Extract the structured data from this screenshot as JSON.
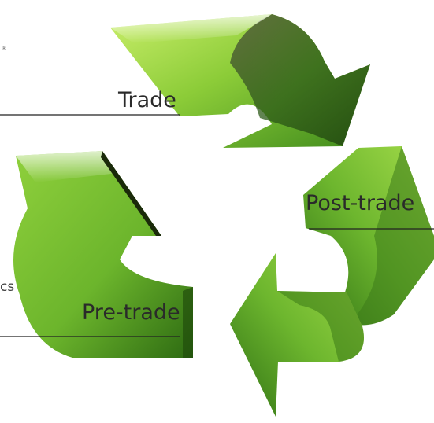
{
  "diagram": {
    "stages": [
      {
        "label": "Trade"
      },
      {
        "label": "Post-trade"
      },
      {
        "label": "Pre-trade"
      }
    ],
    "registered_mark": "®",
    "cut_off_text": "cs",
    "colors": {
      "arrow_light": "#d6f27a",
      "arrow_mid": "#8dc63f",
      "arrow_dark": "#2f6b18",
      "shadow": "#1f3a10",
      "leader_line": "#222222",
      "label_text": "#2a2a2a"
    }
  }
}
